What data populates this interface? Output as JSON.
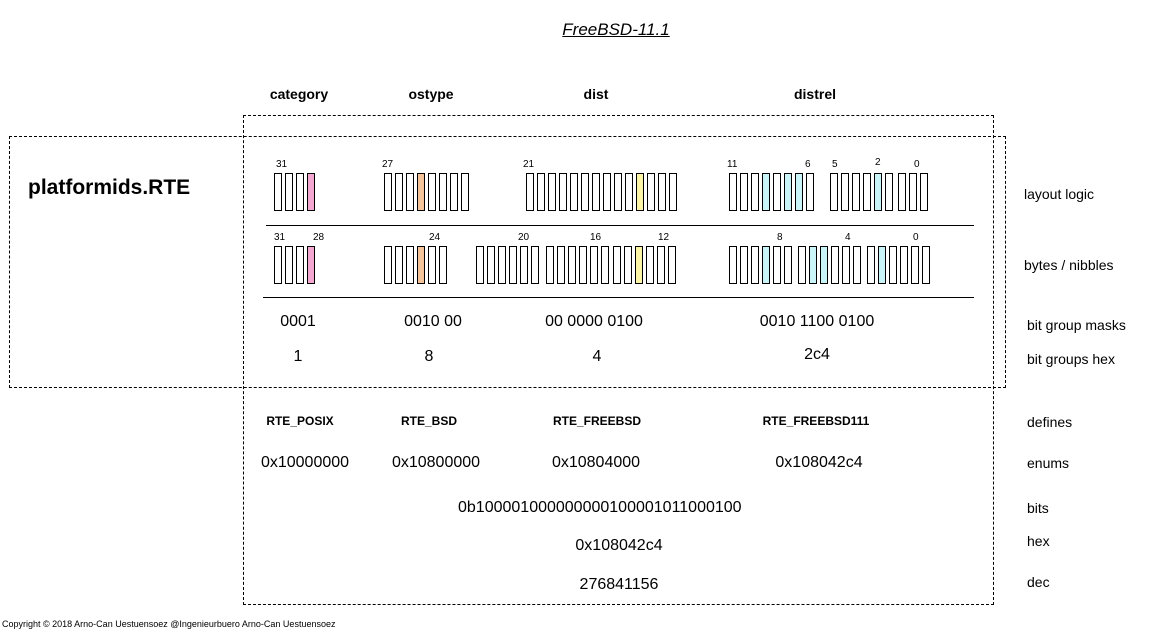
{
  "title": "FreeBSD-11.1",
  "name": "platformids.RTE",
  "columns": [
    "category",
    "ostype",
    "dist",
    "distrel"
  ],
  "rows": {
    "layout": "layout logic",
    "bytes": "bytes / nibbles",
    "masks": "bit group masks",
    "hex": "bit groups hex",
    "defines": "defines",
    "enums": "enums",
    "bits": "bits",
    "hexall": "hex",
    "dec": "dec"
  },
  "layout_bitnums": [
    "31",
    "27",
    "21",
    "11",
    "6",
    "5",
    "2",
    "0"
  ],
  "bytes_bitnums": [
    "31",
    "28",
    "24",
    "20",
    "16",
    "12",
    "8",
    "4",
    "0"
  ],
  "masks": [
    "0001",
    "0010 00",
    "00 0000 0100",
    "0010 1100 0100"
  ],
  "hexvals": [
    "1",
    "8",
    "4",
    "2c4"
  ],
  "defines": [
    "RTE_POSIX",
    "RTE_BSD",
    "RTE_FREEBSD",
    "RTE_FREEBSD111"
  ],
  "enums": [
    "0x10000000",
    "0x10800000",
    "0x10804000",
    "0x108042c4"
  ],
  "bits_value": "0b10000100000000010000101100010​0",
  "hex_value": "0x108042c4",
  "dec_value": "276841156",
  "copyright": "Copyright © 2018 Arno-Can Uestuensoez @Ingenieurbuero Arno-Can Uestuensoez",
  "colors": {
    "category": "#f4a7d0",
    "ostype": "#f5c49b",
    "dist": "#fdf5a6",
    "distrel": "#c9f4f8"
  }
}
